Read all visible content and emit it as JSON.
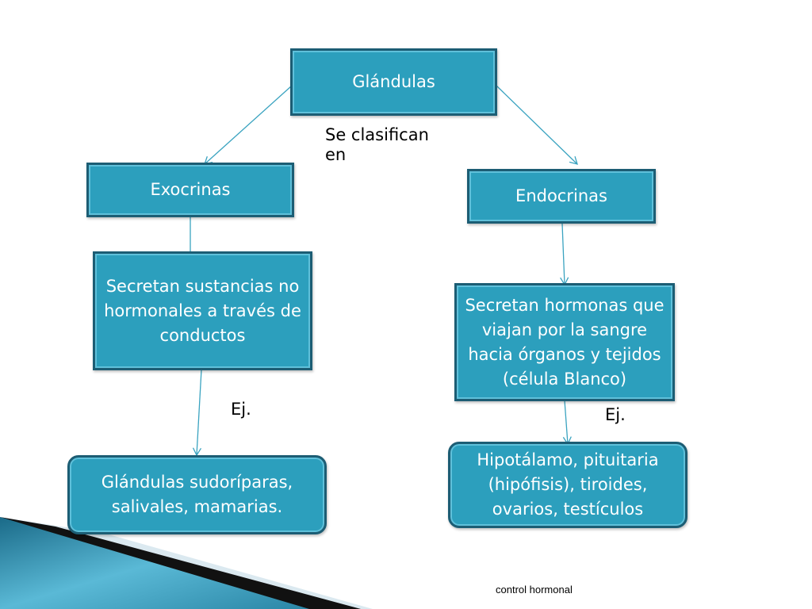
{
  "nodes": {
    "glandulas": "Glándulas",
    "exocrinas": "Exocrinas",
    "endocrinas": "Endocrinas",
    "exocrinas_desc": "Secretan sustancias no hormonales a través de conductos",
    "endocrinas_desc": "Secretan hormonas que viajan por la sangre hacia órganos y tejidos (célula Blanco)",
    "exocrinas_ej": "Glándulas sudoríparas, salivales, mamarias.",
    "endocrinas_ej": "Hipotálamo, pituitaria (hipófisis), tiroides, ovarios, testículos"
  },
  "labels": {
    "clasifican_line1": "Se clasifican",
    "clasifican_line2": "en",
    "ej_left": "Ej.",
    "ej_right": "Ej."
  },
  "footer": "control hormonal",
  "colors": {
    "box_fill": "#2c9fbd",
    "box_border": "#1c5d74",
    "connector": "#3aa3c0"
  }
}
